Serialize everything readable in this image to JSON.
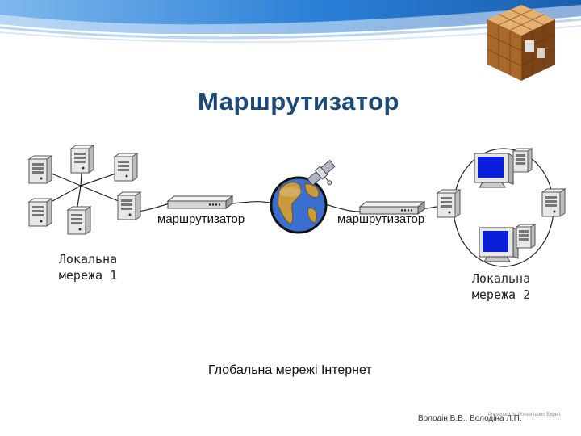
{
  "slide": {
    "title": "Маршрутизатор",
    "router_left_label": "маршрутизатор",
    "router_right_label": "маршрутизатор",
    "lan1_label_line1": "Локальна",
    "lan1_label_line2": "мережа 1",
    "lan2_label_line1": "Локальна",
    "lan2_label_line2": "мережа 2",
    "internet_label": "Глобальна мережі Інтернет",
    "footer_author": "Володін В.В., Володіна Л.П.",
    "watermark": "Presented by Presentation Expert"
  },
  "icons": {
    "server": "server-tower-icon",
    "monitor_pc": "desktop-computer-icon",
    "router": "router-icon",
    "globe": "globe-icon",
    "satellite": "satellite-icon",
    "cube": "decorative-cube-icon"
  },
  "colors": {
    "title": "#1b4a7a",
    "header_blue": "#2a7fd6",
    "screen_blue": "#0a20d8",
    "globe_ocean": "#3a6fd0",
    "globe_land": "#c89a3c"
  }
}
